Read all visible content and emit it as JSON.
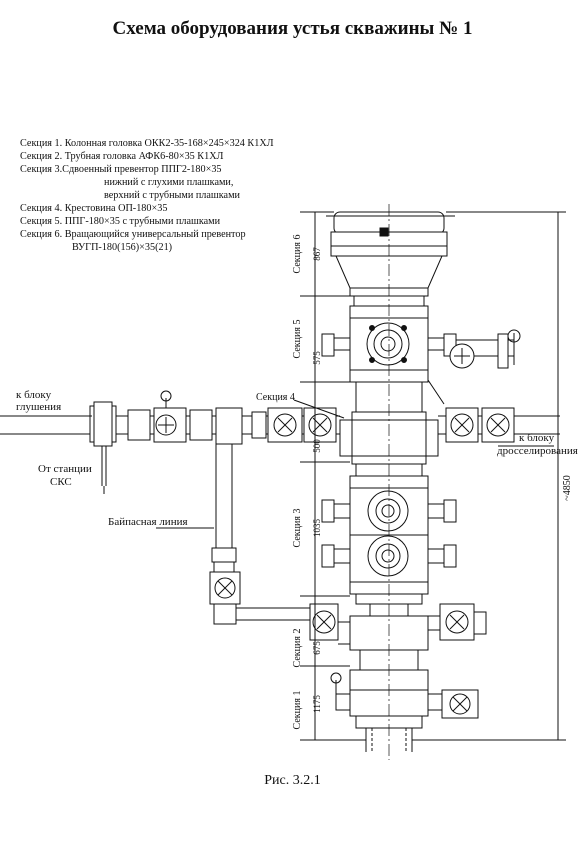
{
  "title": "Схема оборудования устья скважины  № 1",
  "legend": [
    "Секция 1. Колонная головка ОКК2-35-168×245×324 К1ХЛ",
    "Секция 2. Трубная головка АФК6-80×35 К1ХЛ",
    "Секция 3.Сдвоенный превентор ППГ2-180×35",
    "нижний с глухими плашками,",
    "верхний с трубными плашками",
    "Секция 4. Крестовина ОП-180×35",
    "Секция 5. ППГ-180×35 с трубными плашками",
    "Секция 6. Вращающийся универсальный превентор",
    "ВУГП-180(156)×35(21)"
  ],
  "labels": {
    "kill_block_1": "к блоку",
    "kill_block_2": "глушения",
    "station_1": "От станции",
    "station_2": "СКС",
    "bypass": "Байпасная линия",
    "choke_block_1": "к блоку",
    "choke_block_2": "дросселирования",
    "section4": "Секция 4"
  },
  "sections": [
    {
      "label": "Секция 6",
      "dim": "867"
    },
    {
      "label": "Секция 5",
      "dim": "575"
    },
    {
      "label": "Секция 4",
      "dim": "500"
    },
    {
      "label": "Секция 3",
      "dim": "1035"
    },
    {
      "label": "Секция 2",
      "dim": "675"
    },
    {
      "label": "Секция 1",
      "dim": "1175"
    }
  ],
  "total_height": "~4850",
  "caption": "Рис.  3.2.1"
}
